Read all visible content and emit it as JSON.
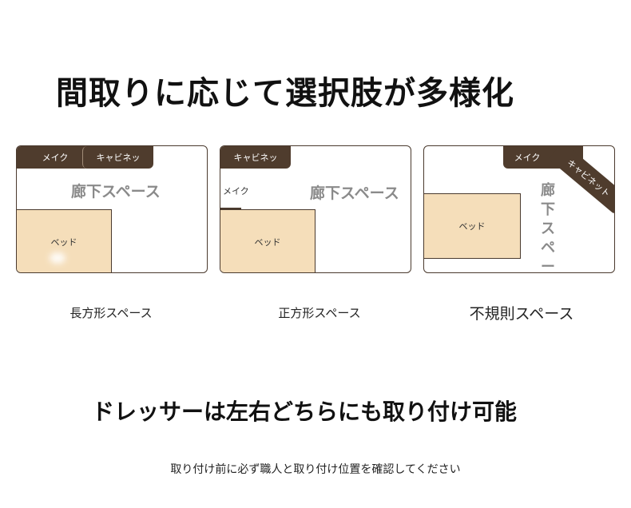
{
  "title": "間取りに応じて選択肢が多様化",
  "layouts": [
    {
      "makeup": "メイク",
      "cabinet": "キャビネッ",
      "corridor": "廊下スペース",
      "bed": "ベッド",
      "caption": "長方形スペース"
    },
    {
      "makeup": "メイク",
      "cabinet": "キャビネッ",
      "corridor": "廊下スペース",
      "bed": "ベッド",
      "caption": "正方形スペース"
    },
    {
      "makeup": "メイク",
      "cabinet": "キャビネット",
      "corridor": "廊下スペース",
      "bed": "ベッド",
      "caption": "不規則スペース"
    }
  ],
  "subtitle": "ドレッサーは左右どちらにも取り付け可能",
  "note": "取り付け前に必ず職人と取り付け位置を確認してください",
  "colors": {
    "furniture_dark": "#4f3c2d",
    "bed_fill": "#f5deba",
    "corridor_text": "#8a8a8a"
  }
}
